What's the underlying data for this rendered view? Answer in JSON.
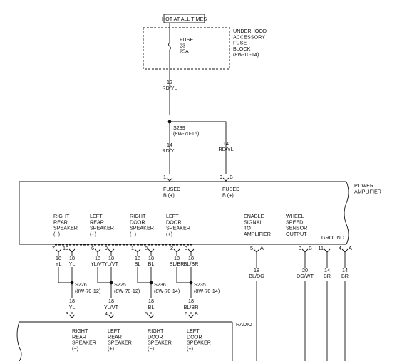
{
  "hot_label": "HOT AT ALL TIMES",
  "fuse_block": {
    "lines": [
      "UNDERHOOD",
      "ACCESSORY",
      "FUSE",
      "BLOCK",
      "(8W-10-14)"
    ]
  },
  "fuse": {
    "lines": [
      "FUSE",
      "23",
      "25A"
    ]
  },
  "wire_from_fuse": {
    "gauge": "12",
    "color": "RD/YL"
  },
  "splice_s239": {
    "name": "S239",
    "ref": "(8W-70-15)"
  },
  "wire_left": {
    "gauge": "14",
    "color": "RD/YL"
  },
  "wire_right": {
    "gauge": "14",
    "color": "RD/YL"
  },
  "amp_pin_1": "1",
  "amp_pin_9": "9",
  "amp_pin_b_top": "B",
  "amplifier": {
    "lines": [
      "POWER",
      "AMPLIFIER"
    ]
  },
  "fused_1": {
    "lines": [
      "FUSED",
      "B (+)"
    ]
  },
  "fused_2": {
    "lines": [
      "FUSED",
      "B (+)"
    ]
  },
  "amp_speakers": [
    {
      "lines": [
        "RIGHT",
        "REAR",
        "SPEAKER",
        "(−)"
      ]
    },
    {
      "lines": [
        "LEFT",
        "REAR",
        "SPEAKER",
        "(+)"
      ]
    },
    {
      "lines": [
        "RIGHT",
        "DOOR",
        "SPEAKER",
        "(−)"
      ]
    },
    {
      "lines": [
        "LEFT",
        "DOOR",
        "SPEAKER",
        "(+)"
      ]
    }
  ],
  "amp_enable": {
    "lines": [
      "ENABLE",
      "SIGNAL",
      "TO",
      "AMPLIFIER"
    ]
  },
  "amp_wheel": {
    "lines": [
      "WHEEL",
      "SPEED",
      "SENSOR",
      "OUTPUT"
    ]
  },
  "amp_ground": "GROUND",
  "amp_pins": [
    {
      "pin": "7",
      "suffix": ""
    },
    {
      "pin": "10",
      "suffix": ""
    },
    {
      "pin": "6",
      "suffix": ""
    },
    {
      "pin": "9",
      "suffix": ""
    },
    {
      "pin": "1",
      "suffix": ""
    },
    {
      "pin": "8",
      "suffix": ""
    },
    {
      "pin": "2",
      "suffix": ""
    },
    {
      "pin": "3",
      "suffix": ""
    },
    {
      "pin": "5",
      "suffix": "A"
    },
    {
      "pin": "3",
      "suffix": "B"
    },
    {
      "pin": "11",
      "suffix": ""
    },
    {
      "pin": "4",
      "suffix": "A"
    }
  ],
  "amp_wires": [
    {
      "gauge": "18",
      "color": "YL"
    },
    {
      "gauge": "18",
      "color": "YL"
    },
    {
      "gauge": "18",
      "color": "YL/VT"
    },
    {
      "gauge": "18",
      "color": "YL/VT"
    },
    {
      "gauge": "18",
      "color": "BL"
    },
    {
      "gauge": "18",
      "color": "BL"
    },
    {
      "gauge": "18",
      "color": "BL/BR"
    },
    {
      "gauge": "18",
      "color": "BL/BR"
    },
    {
      "gauge": "18",
      "color": "BL/DG"
    },
    {
      "gauge": "20",
      "color": "DG/WT"
    },
    {
      "gauge": "14",
      "color": "BR"
    },
    {
      "gauge": "14",
      "color": "BR"
    }
  ],
  "splices": [
    {
      "name": "S226",
      "ref": "(8W-70-12)"
    },
    {
      "name": "S225",
      "ref": "(8W-70-12)"
    },
    {
      "name": "S236",
      "ref": "(8W-70-14)"
    },
    {
      "name": "S235",
      "ref": "(8W-70-14)"
    }
  ],
  "radio_wires": [
    {
      "gauge": "18",
      "color": "YL"
    },
    {
      "gauge": "18",
      "color": "YL/VT"
    },
    {
      "gauge": "18",
      "color": "BL"
    },
    {
      "gauge": "18",
      "color": "BL/BR"
    }
  ],
  "radio_pins": [
    {
      "pin": "3",
      "suffix": ""
    },
    {
      "pin": "4",
      "suffix": ""
    },
    {
      "pin": "5",
      "suffix": ""
    },
    {
      "pin": "6",
      "suffix": "B"
    }
  ],
  "radio": "RADIO",
  "radio_speakers": [
    {
      "lines": [
        "RIGHT",
        "REAR",
        "SPEAKER",
        "(−)"
      ]
    },
    {
      "lines": [
        "LEFT",
        "REAR",
        "SPEAKER",
        "(+)"
      ]
    },
    {
      "lines": [
        "RIGHT",
        "DOOR",
        "SPEAKER",
        "(−)"
      ]
    },
    {
      "lines": [
        "LEFT",
        "DOOR",
        "SPEAKER",
        "(+)"
      ]
    }
  ]
}
